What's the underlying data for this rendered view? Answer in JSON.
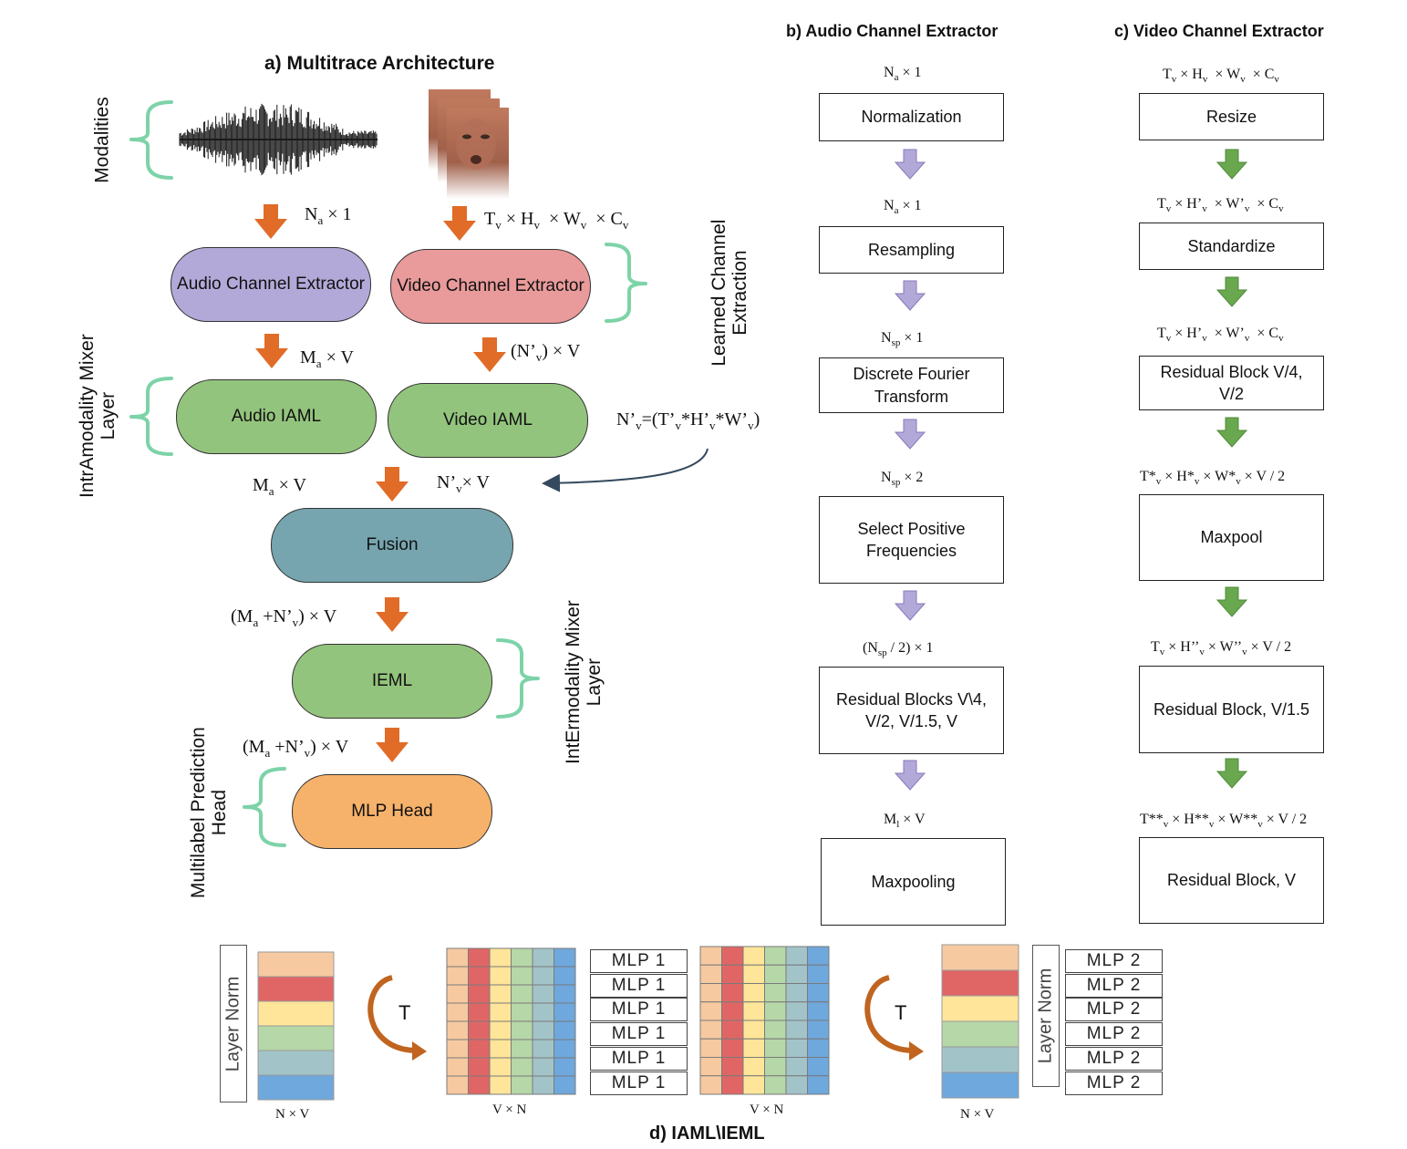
{
  "titles": {
    "a": "a) Multitrace Architecture",
    "b": "b) Audio Channel Extractor",
    "c": "c) Video Channel Extractor",
    "d": "d) IAML\\IEML"
  },
  "side_labels": {
    "modalities": "Modalities",
    "learned_1": "Learned Channel",
    "learned_2": "Extraction",
    "intra_1": "IntrAmodality Mixer",
    "intra_2": "Layer",
    "inter_1": "IntErmodality Mixer",
    "inter_2": "Layer",
    "head_1": "Multilabel Prediction",
    "head_2": "Head"
  },
  "nodes": {
    "audio_extractor": "Audio Channel Extractor",
    "video_extractor": "Video Channel Extractor",
    "audio_iaml": "Audio IAML",
    "video_iaml": "Video IAML",
    "fusion": "Fusion",
    "ieml": "IEML",
    "mlp_head": "MLP Head"
  },
  "node_colors": {
    "audio_extractor": "#b3a9d8",
    "video_extractor": "#e99a9a",
    "iaml": "#93c47d",
    "fusion": "#76a5af",
    "mlp_head": "#f6b26b",
    "arrow": "#e06c28",
    "brace": "#7dd3a8"
  },
  "dims_a": {
    "na": "N",
    "na_sub": "a",
    "na_rest": " × 1",
    "video_in": "T",
    "ma": "M",
    "ma_sub": "a",
    "nv_prime_rest": "(N’",
    "nv_def": "N’",
    "fusion_in_left": "M",
    "ieml_in": "(M",
    "v": "V"
  },
  "audio_extractor_steps": [
    {
      "dim": "N",
      "sub": "a",
      "suffix": " × 1",
      "label": "Normalization"
    },
    {
      "dim": "N",
      "sub": "a",
      "suffix": " × 1",
      "label": "Resampling"
    },
    {
      "dim": "N",
      "sub": "sp",
      "suffix": " × 1",
      "label": "Discrete Fourier Transform"
    },
    {
      "dim": "N",
      "sub": "sp",
      "suffix": " × 2",
      "label": "Select Positive Frequencies"
    },
    {
      "dim": "(N",
      "sub": "sp",
      "suffix": " / 2) × 1",
      "label": "Residual Blocks V\\4, V/2, V/1.5, V"
    },
    {
      "dim": "M",
      "sub": "l",
      "suffix": " × V",
      "label": "Maxpooling"
    }
  ],
  "video_extractor_steps": [
    {
      "label": "Resize"
    },
    {
      "label": "Standardize"
    },
    {
      "label": "Residual Block V/4, V/2"
    },
    {
      "label": "Maxpool"
    },
    {
      "label": "Residual Block, V/1.5"
    },
    {
      "label": "Residual Block, V"
    }
  ],
  "iaml_panel": {
    "layer_norm": "Layer Norm",
    "transpose": "T",
    "nxv": "N × V",
    "vxn": "V × N",
    "mlp1": [
      "MLP 1",
      "MLP 1",
      "MLP 1",
      "MLP 1",
      "MLP 1",
      "MLP 1"
    ],
    "mlp2": [
      "MLP 2",
      "MLP 2",
      "MLP 2",
      "MLP 2",
      "MLP 2",
      "MLP 2"
    ],
    "stripe_colors": [
      "#f6c9a0",
      "#e06666",
      "#ffe599",
      "#b6d7a8",
      "#a2c4c9",
      "#6fa8dc"
    ]
  }
}
